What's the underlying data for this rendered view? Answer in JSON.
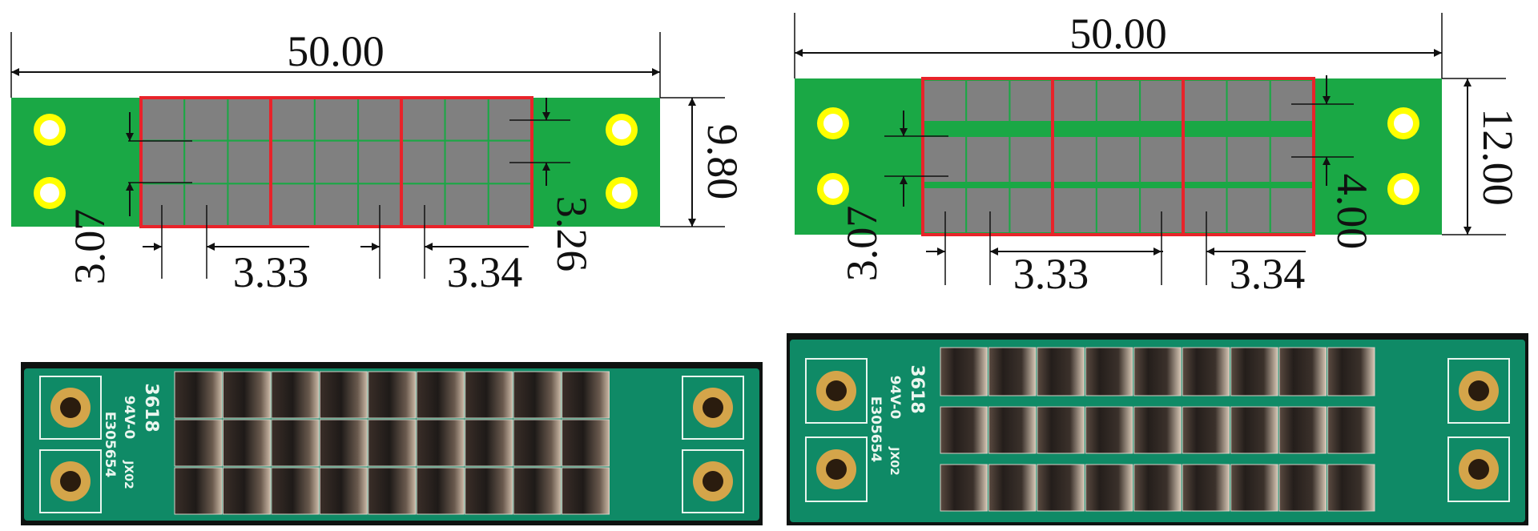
{
  "colors": {
    "pcb_green": "#1aa845",
    "cell_gray": "#808080",
    "cell_line_green": "#1aa845",
    "module_red": "#e8232a",
    "pad_yellow": "#ffff00",
    "photo_green": "#0f8a66",
    "copper": "#c89a3c",
    "gold_ring": "#d4a54a"
  },
  "diagram_left": {
    "dim_length": "50.00",
    "dim_height": "9.80",
    "dim_gap": "3.26",
    "dim_edge": "3.07",
    "dim_pitch_a": "3.33",
    "dim_pitch_b": "3.34"
  },
  "diagram_right": {
    "dim_length": "50.00",
    "dim_height": "12.00",
    "dim_gap": "4.00",
    "dim_edge": "3.07",
    "dim_pitch_a": "3.33",
    "dim_pitch_b": "3.34"
  },
  "photo_left": {
    "silk_code": "E305654",
    "silk_rating": "94V-0",
    "silk_board": "JX02",
    "silk_date": "3618"
  },
  "photo_right": {
    "silk_code": "E305654",
    "silk_rating": "94V-0",
    "silk_board": "JX02",
    "silk_date": "3618"
  }
}
